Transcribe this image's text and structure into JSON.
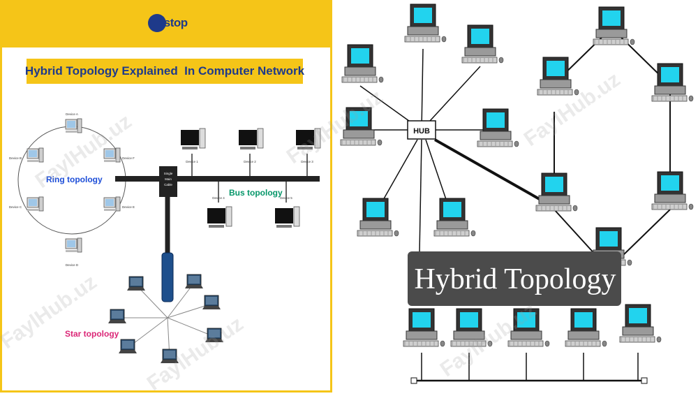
{
  "left": {
    "logo": "unstop",
    "title": "Hybrid Topology Explained  In Computer Network",
    "ring_label": "Ring topology",
    "bus_label": "Bus topology",
    "star_label": "Star topology",
    "backbone_label": "Single Main Cable",
    "ring_devices": [
      "Device A",
      "Device F",
      "Device E",
      "Device D",
      "Device C",
      "Device B"
    ],
    "bus_devices": [
      "Device 1",
      "Device 2",
      "Device 3",
      "Device 4",
      "Device 5"
    ]
  },
  "right": {
    "hub_label": "HUB",
    "banner": "Hybrid Topology"
  },
  "watermark": "FaylHub.uz",
  "colors": {
    "accent_yellow": "#f5c518",
    "title_blue": "#1e3a8a",
    "ring_blue": "#1d4ed8",
    "bus_green": "#059669",
    "star_pink": "#db2777",
    "screen_cyan": "#22d3ee",
    "banner_gray": "#4b4b4b"
  }
}
